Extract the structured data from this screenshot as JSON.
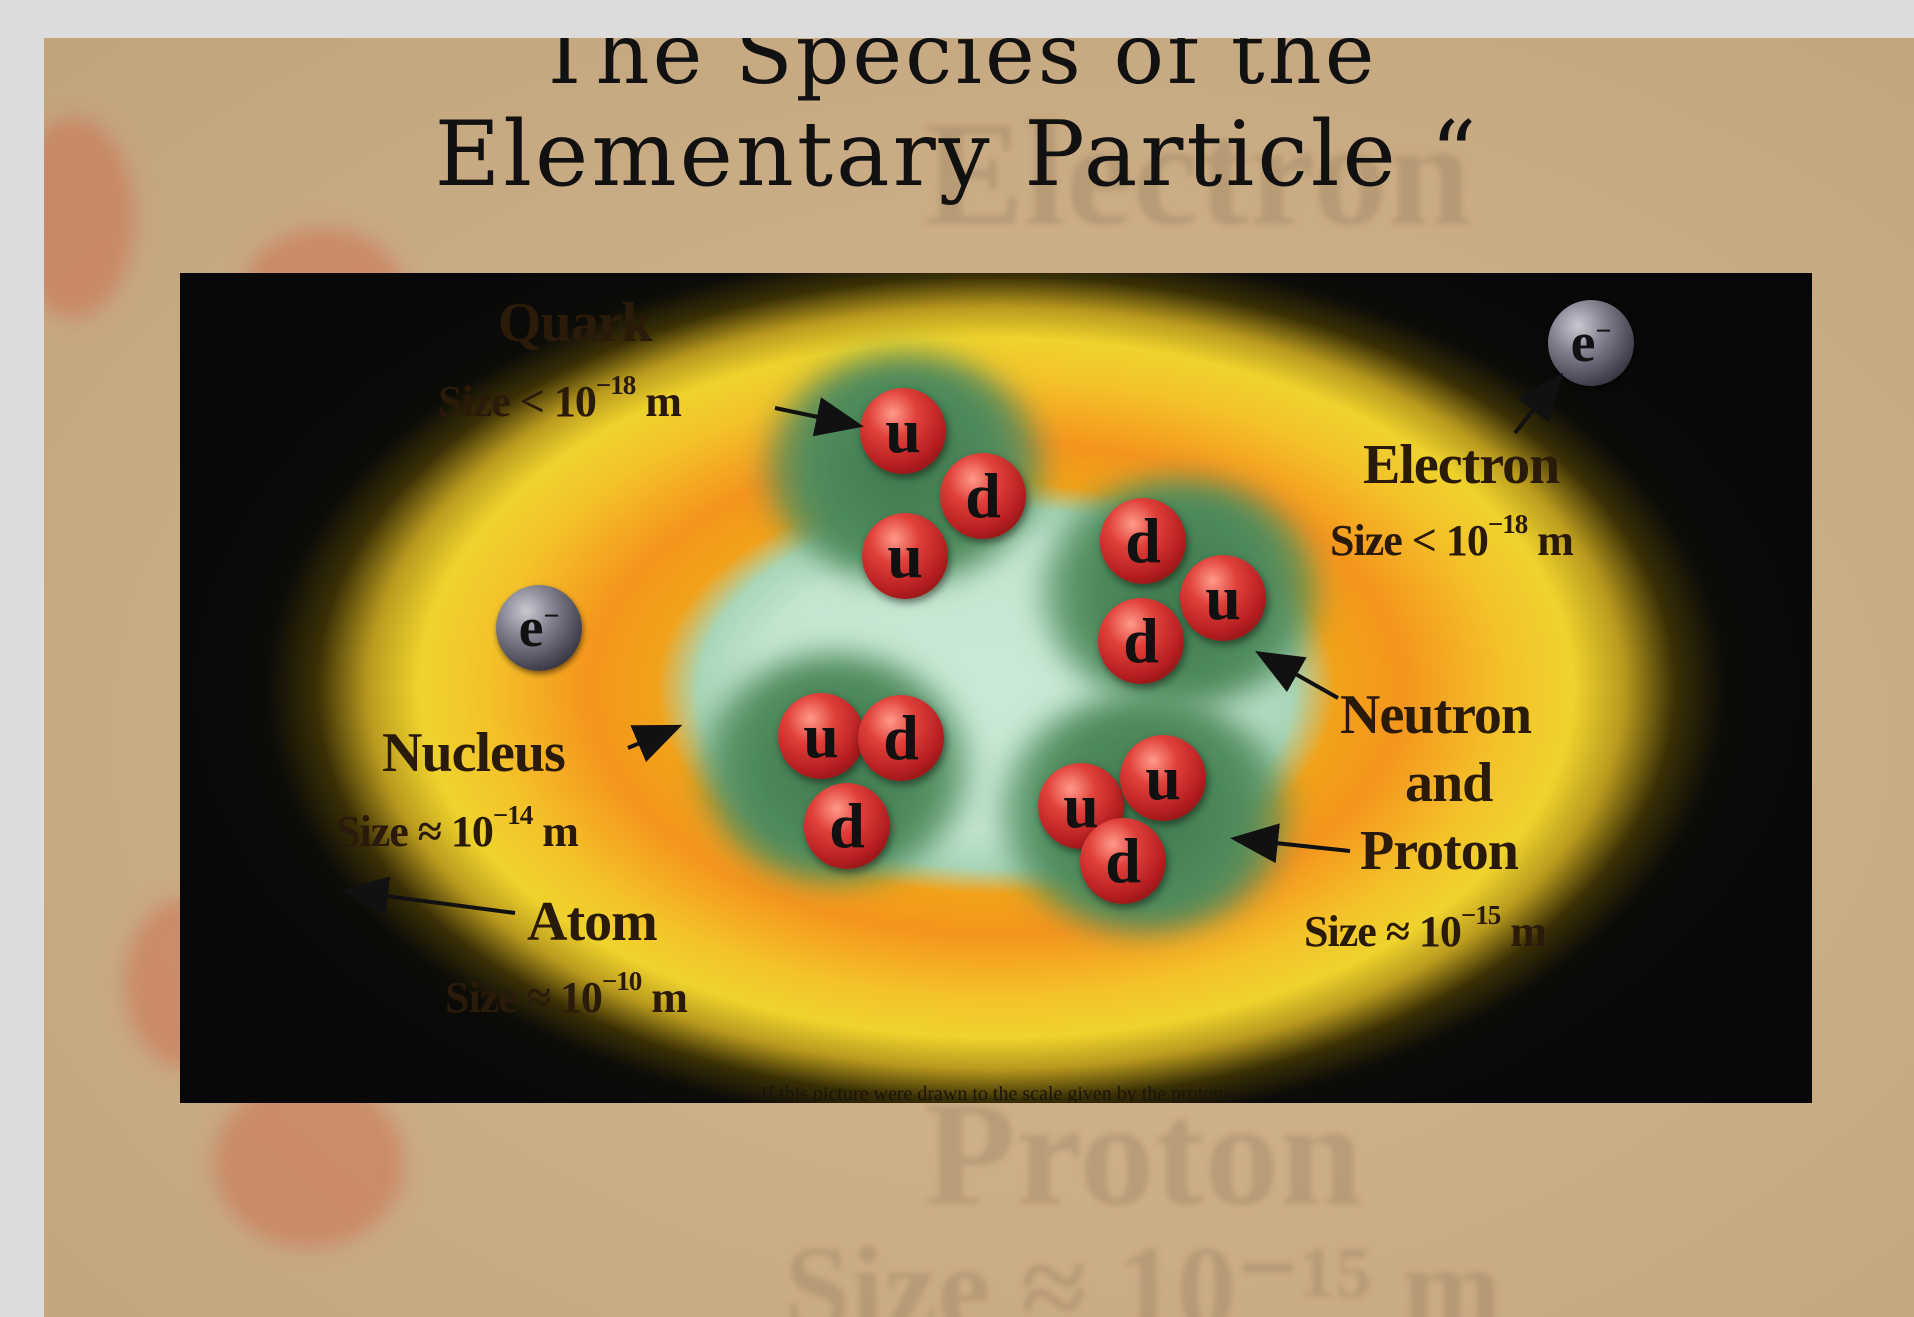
{
  "slide": {
    "title_line1": "The Species of the",
    "title_line2": "Elementary Particle “"
  },
  "diagram": {
    "quark": {
      "name": "Quark",
      "size": "Size < 10",
      "exp": "−18",
      "unit": " m"
    },
    "electron": {
      "name": "Electron",
      "size": "Size < 10",
      "exp": "−18",
      "unit": " m",
      "symbol": "e",
      "charge": "−"
    },
    "nucleus": {
      "name": "Nucleus",
      "size": "Size ≈ 10",
      "exp": "−14",
      "unit": " m"
    },
    "atom": {
      "name": "Atom",
      "size": "Size ≈ 10",
      "exp": "−10",
      "unit": " m"
    },
    "nucleon": {
      "name_line1": "Neutron",
      "name_line2": "and",
      "name_line3": "Proton",
      "size": "Size ≈ 10",
      "exp": "−15",
      "unit": " m"
    },
    "quarks": {
      "q1": "u",
      "q2": "d",
      "q3": "u",
      "q4": "d",
      "q5": "u",
      "q6": "d",
      "q7": "u",
      "q8": "d",
      "q9": "d",
      "q10": "u",
      "q11": "u",
      "q12": "d"
    },
    "caption": "If this picture were drawn to the scale given by the protons"
  },
  "colors": {
    "nucleus_bg": "#c4e6cf",
    "orange_shell": "#f5951d",
    "yellow_shell": "#eed32d",
    "quark_red": "#b51e20",
    "electron_grey": "#7e7e8c"
  }
}
